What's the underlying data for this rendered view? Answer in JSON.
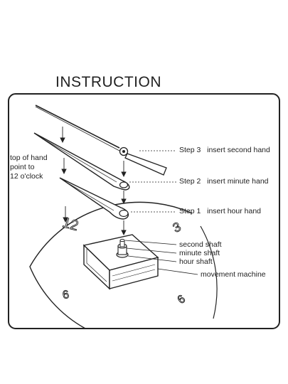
{
  "title": "INSTRUCTION",
  "note": {
    "line1": "top of hand",
    "line2": "point to",
    "line3": "12 o'clock"
  },
  "steps": [
    {
      "step": "Step 3",
      "action": "insert second hand"
    },
    {
      "step": "Step 2",
      "action": "insert minute hand"
    },
    {
      "step": "Step 1",
      "action": "insert hour hand"
    }
  ],
  "parts": {
    "second_shaft": "second shaft",
    "minute_shaft": "minute shaft",
    "hour_shaft": "hour shaft",
    "movement_machine": "movement  machine"
  },
  "dial": {
    "twelve": "12",
    "three": "3",
    "six": "6",
    "nine": "9"
  },
  "colors": {
    "ink": "#222222",
    "background": "#ffffff"
  }
}
